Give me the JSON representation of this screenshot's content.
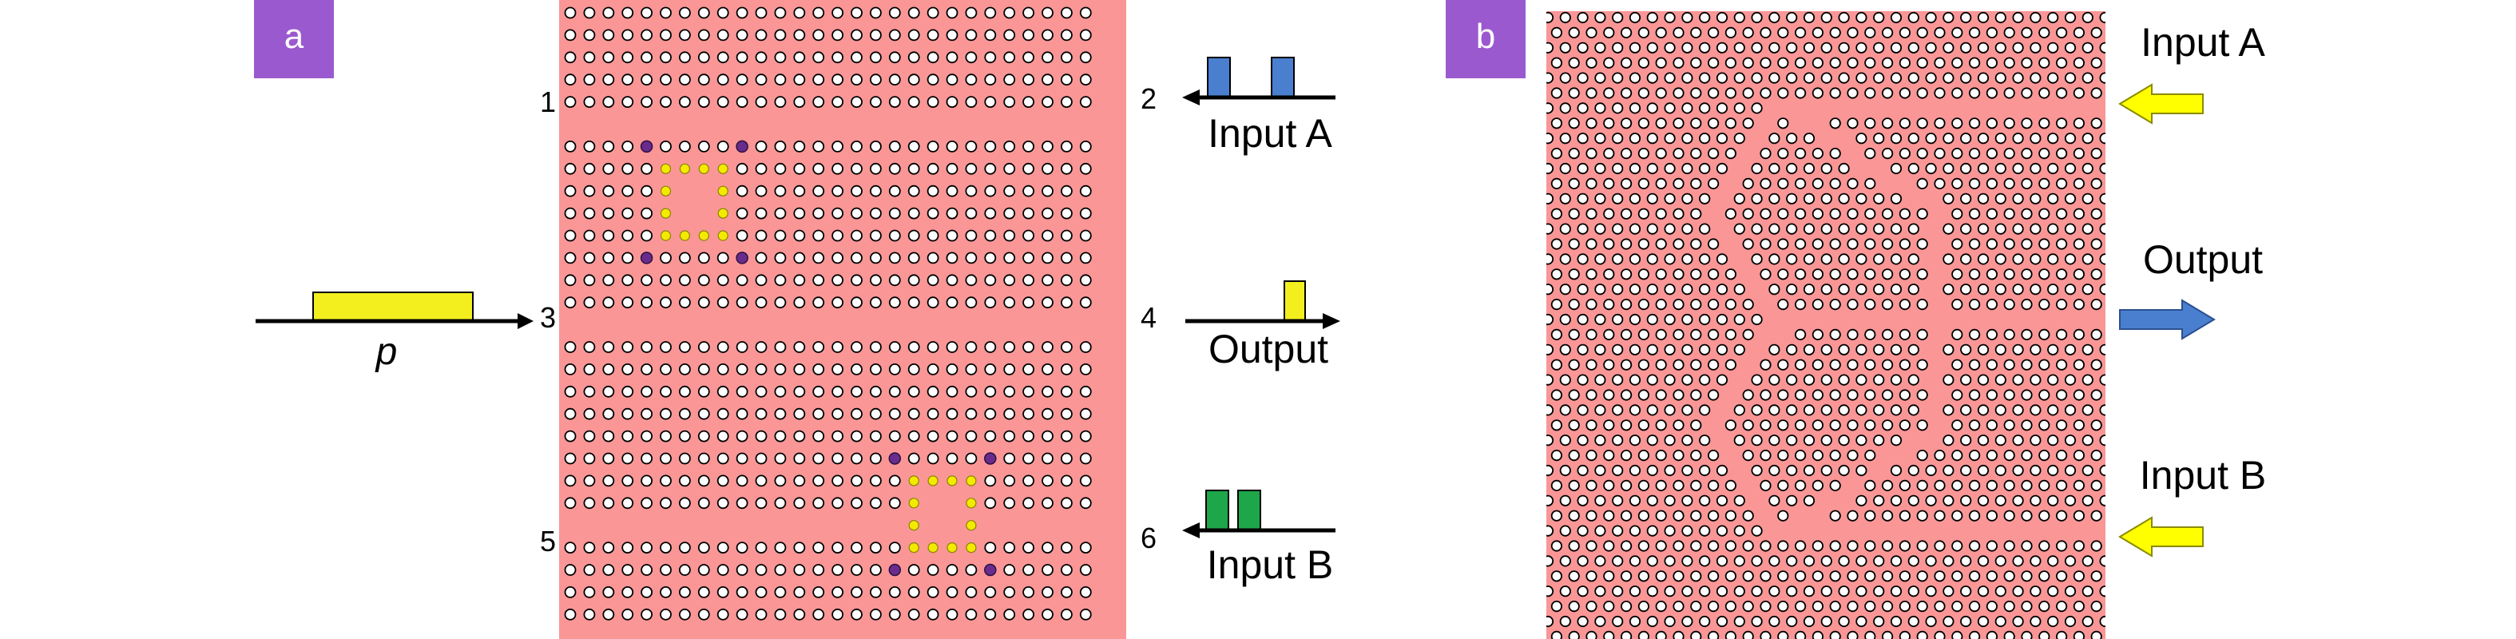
{
  "panels": {
    "a": {
      "letter": "a",
      "port_labels": [
        "1",
        "2",
        "3",
        "4",
        "5",
        "6"
      ],
      "pump_label": "p",
      "input_a_label": "Input A",
      "output_label": "Output",
      "input_b_label": "Input B"
    },
    "b": {
      "letter": "b",
      "input_a_label": "Input A",
      "output_label": "Output",
      "input_b_label": "Input B"
    }
  },
  "colors": {
    "badge": "#9b59cf",
    "crystal": "#fa9696",
    "hole_fill": "#ffffff",
    "hole_stroke": "#000000",
    "cavity_dot": "#f3ea00",
    "coupler_dot": "#6a2c8c",
    "pulse_blue": "#4a7fd0",
    "pulse_yellow": "#f3ef1f",
    "pulse_green": "#1ea64a",
    "arrow_yellow": "#ffff00",
    "arrow_blue": "#4a7fd0"
  },
  "icons": {
    "input_a_arrow": "left-arrow-icon",
    "output_arrow": "right-arrow-icon",
    "input_b_arrow": "left-arrow-icon"
  }
}
